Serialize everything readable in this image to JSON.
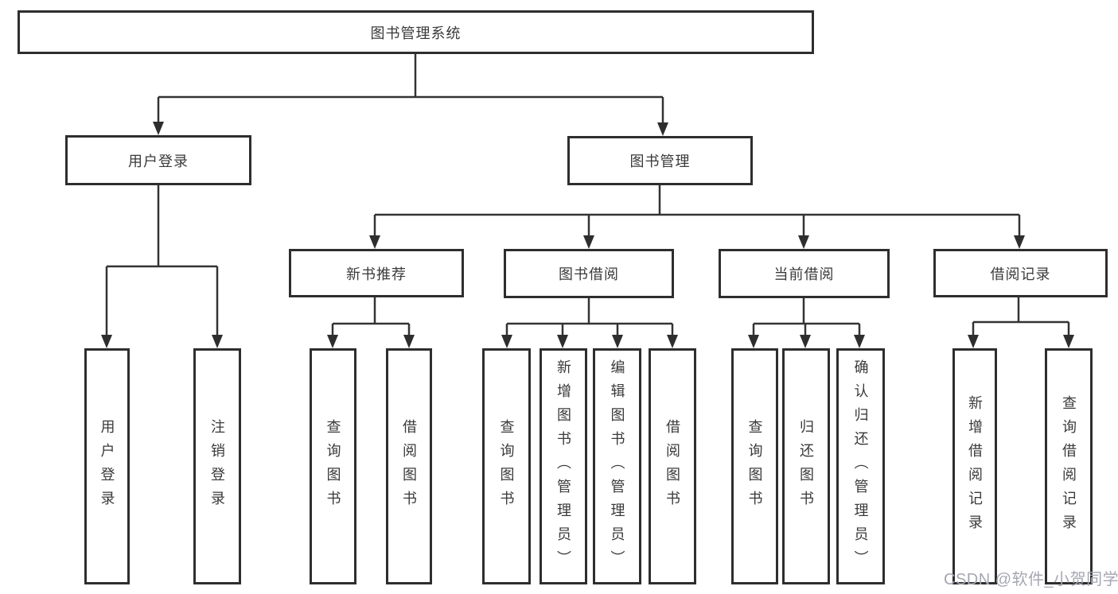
{
  "colors": {
    "background": "#ffffff",
    "line": "#333333",
    "box_border": "#2e2e2e",
    "text": "#3a3a3a",
    "watermark": "#a6a7b3"
  },
  "watermark": "CSDN @软件_小贺同学",
  "diagram": {
    "type": "hierarchy-tree",
    "root": {
      "label": "图书管理系统",
      "children": [
        {
          "label": "用户登录",
          "children": [
            {
              "label": "用户登录"
            },
            {
              "label": "注销登录"
            }
          ]
        },
        {
          "label": "图书管理",
          "children": [
            {
              "label": "新书推荐",
              "children": [
                {
                  "label": "查询图书"
                },
                {
                  "label": "借阅图书"
                }
              ]
            },
            {
              "label": "图书借阅",
              "children": [
                {
                  "label": "查询图书"
                },
                {
                  "label": "新增图书（管理员）"
                },
                {
                  "label": "编辑图书（管理员）"
                },
                {
                  "label": "借阅图书"
                }
              ]
            },
            {
              "label": "当前借阅",
              "children": [
                {
                  "label": "查询图书"
                },
                {
                  "label": "归还图书"
                },
                {
                  "label": "确认归还（管理员）"
                }
              ]
            },
            {
              "label": "借阅记录",
              "children": [
                {
                  "label": "新增借阅记录"
                },
                {
                  "label": "查询借阅记录"
                }
              ]
            }
          ]
        }
      ]
    }
  }
}
